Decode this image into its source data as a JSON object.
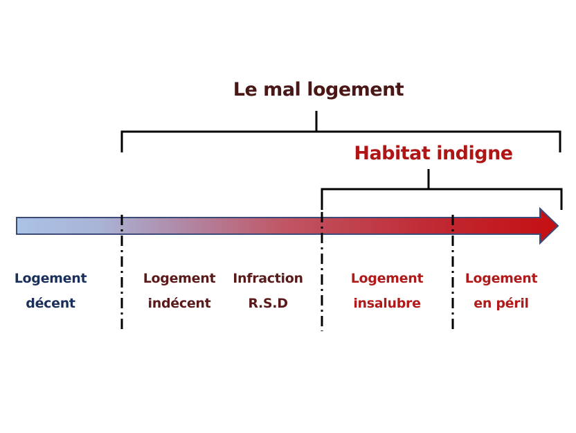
{
  "titles": {
    "mal_logement": "Le mal logement",
    "habitat_indigne": "Habitat indigne"
  },
  "colors": {
    "mal_logement": "#4a1717",
    "habitat_indigne": "#b01515",
    "decent": "#1a2f5a",
    "dark_red": "#5a1a1a",
    "red": "#b01a1a",
    "arrow_start": "#a8bfe3",
    "arrow_mid": "#c05060",
    "arrow_end": "#c41212"
  },
  "categories": [
    {
      "line1": "Logement",
      "line2": "décent"
    },
    {
      "line1": "Logement",
      "line2": "indécent"
    },
    {
      "line1": "Infraction",
      "line2": "R.S.D"
    },
    {
      "line1": "Logement",
      "line2": "insalubre"
    },
    {
      "line1": "Logement",
      "line2": "en péril"
    }
  ]
}
